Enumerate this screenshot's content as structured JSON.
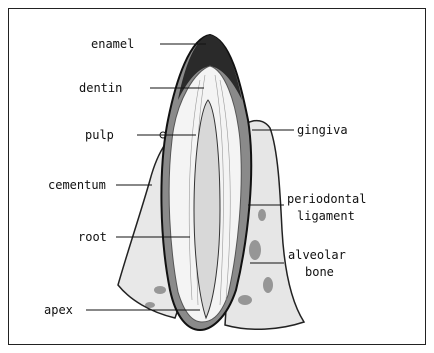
{
  "labels": {
    "enamel": "enamel",
    "dentin": "dentin",
    "pulp": "pulp",
    "cementum": "cementum",
    "root": "root",
    "apex": "apex",
    "gingiva": "gingiva",
    "periodontal_ligament_line1": "periodontal",
    "periodontal_ligament_line2": "ligament",
    "alveolar_bone_line1": "alveolar",
    "alveolar_bone_line2": "bone"
  }
}
